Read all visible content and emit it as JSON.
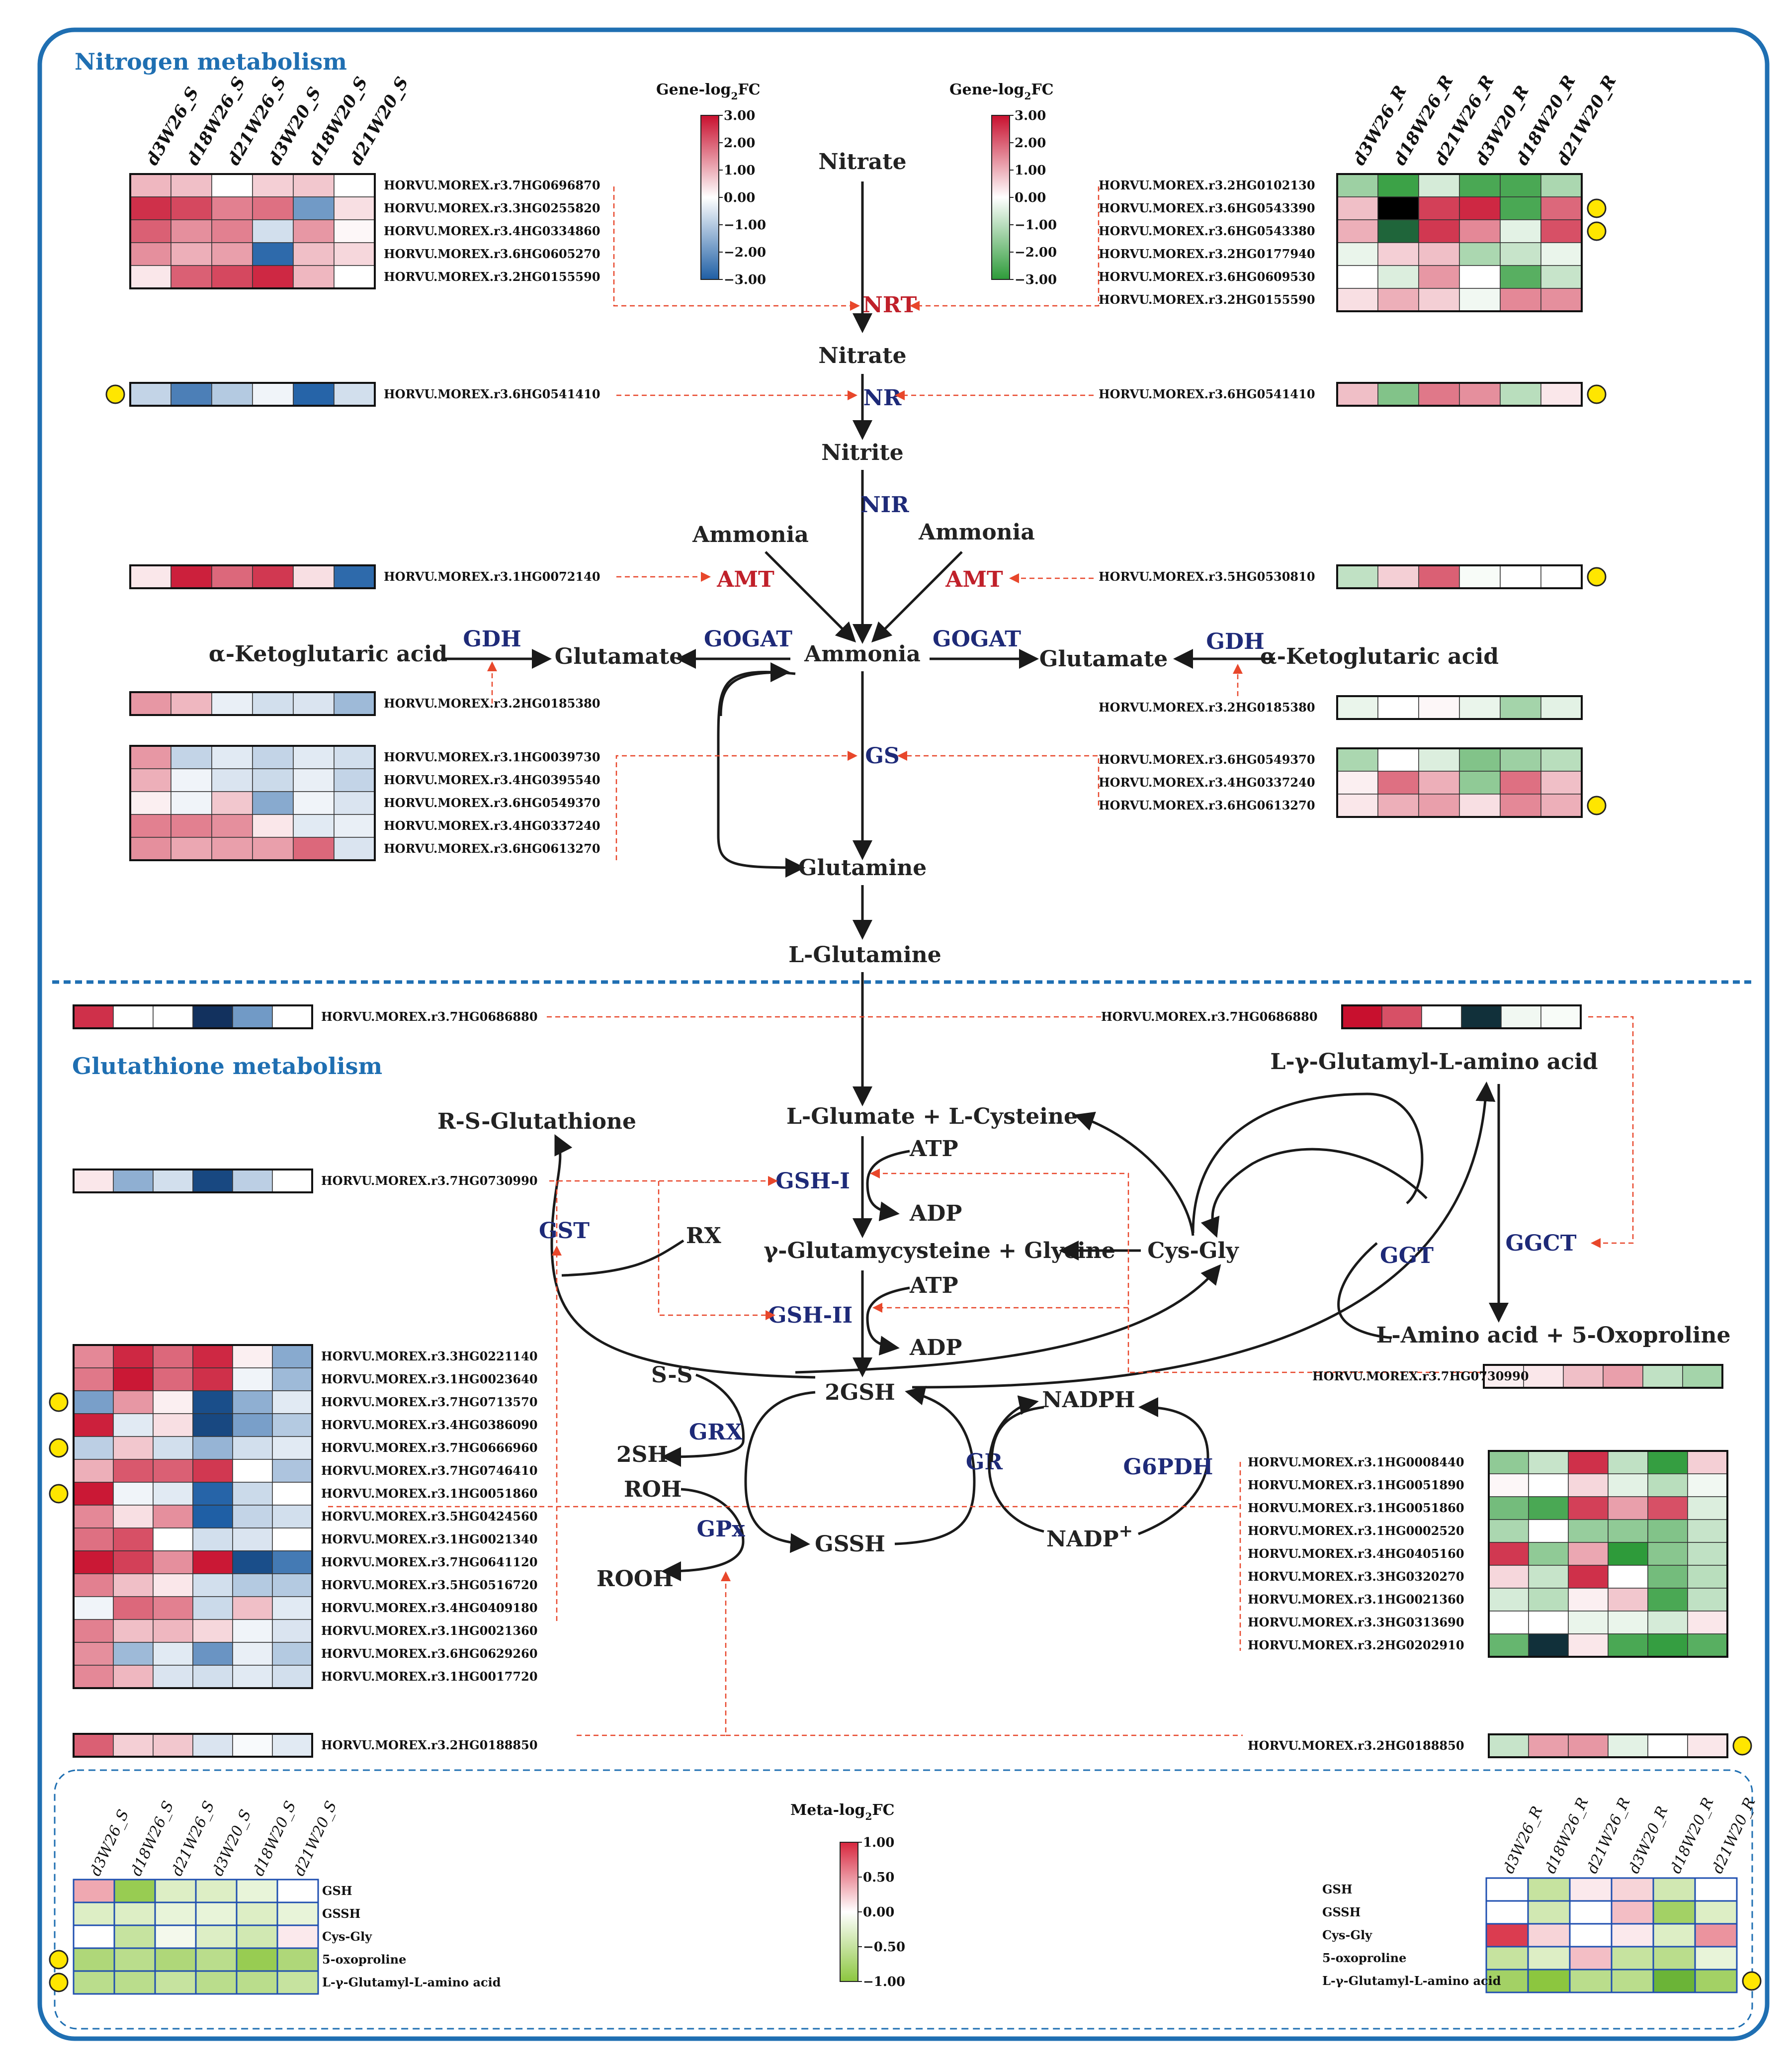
{
  "sections": {
    "nitrogen": "Nitrogen  metabolism",
    "glutathione": "Glutathione metabolism"
  },
  "legends": {
    "gene_s": {
      "title": "Gene-log",
      "sub": "2",
      "tail": "FC",
      "ticks": [
        "3.00",
        "2.00",
        "1.00",
        "0.00",
        "−1.00",
        "−2.00",
        "−3.00"
      ],
      "colors": [
        "#c8102e",
        "#ffffff",
        "#1f5fa5"
      ]
    },
    "gene_r": {
      "title": "Gene-log",
      "sub": "2",
      "tail": "FC",
      "ticks": [
        "3.00",
        "2.00",
        "1.00",
        "0.00",
        "−1.00",
        "−2.00",
        "−3.00"
      ],
      "colors": [
        "#c8102e",
        "#ffffff",
        "#2e9b3a"
      ]
    },
    "meta": {
      "title": "Meta-log",
      "sub": "2",
      "tail": "FC",
      "ticks": [
        "1.00",
        "0.50",
        "0.00",
        "−0.50",
        "−1.00"
      ],
      "colors": [
        "#d7263d",
        "#ffffff",
        "#8cc63f"
      ]
    }
  },
  "columns": {
    "s": [
      "d3W26_S",
      "d18W26_S",
      "d21W26_S",
      "d3W20_S",
      "d18W20_S",
      "d21W20_S"
    ],
    "r": [
      "d3W26_R",
      "d18W26_R",
      "d21W26_R",
      "d3W20_R",
      "d18W20_R",
      "d21W20_R"
    ]
  },
  "nodes": {
    "nitrate1": "Nitrate",
    "nitrate2": "Nitrate",
    "nitrite": "Nitrite",
    "ammonia_l": "Ammonia",
    "ammonia_r": "Ammonia",
    "ammonia_c": "Ammonia",
    "akg_l": "α-Ketoglutaric acid",
    "akg_r": "α-Ketoglutaric acid",
    "glutamate_l": "Glutamate",
    "glutamate_r": "Glutamate",
    "glutamine": "Glutamine",
    "lglutamine": "L-Glutamine",
    "lglu_cys": "L-Glumate + L-Cysteine",
    "rsglut": "R-S-Glutathione",
    "lgamma": "L-γ-Glutamyl-L-amino acid",
    "atp1": "ATP",
    "adp1": "ADP",
    "atp2": "ATP",
    "adp2": "ADP",
    "gammaglu": "γ-Glutamycysteine + Glycine",
    "cysgly": "Cys-Gly",
    "rx": "RX",
    "laa": "L-Amino acid + 5-Oxoproline",
    "ss": "S-S",
    "twosh": "2SH",
    "roh": "ROH",
    "rooh": "ROOH",
    "twogsh": "2GSH",
    "gssh": "GSSH",
    "nadph": "NADPH",
    "nadp": "NADP",
    "nadp_sup": "+"
  },
  "enzymes": {
    "nrt": "NRT",
    "nr": "NR",
    "nir": "NIR",
    "amt_l": "AMT",
    "amt_r": "AMT",
    "gdh_l": "GDH",
    "gdh_r": "GDH",
    "gogat_l": "GOGAT",
    "gogat_r": "GOGAT",
    "gs": "GS",
    "gsh1": "GSH-I",
    "gsh2": "GSH-II",
    "gst": "GST",
    "ggt": "GGT",
    "ggct": "GGCT",
    "grx": "GRX",
    "gr": "GR",
    "gpx": "GPx",
    "g6pdh": "G6PDH"
  },
  "gene_blocks": [
    {
      "id": "nrt_s",
      "side": "s",
      "ids": [
        "HORVU.MOREX.r3.7HG0696870",
        "HORVU.MOREX.r3.3HG0255820",
        "HORVU.MOREX.r3.4HG0334860",
        "HORVU.MOREX.r3.6HG0605270",
        "HORVU.MOREX.r3.2HG0155590"
      ],
      "values": [
        [
          0.9,
          0.8,
          0,
          0.6,
          0.7,
          0
        ],
        [
          2.6,
          2.3,
          1.6,
          1.8,
          -1.9,
          0.4
        ],
        [
          2.0,
          1.4,
          1.6,
          -0.6,
          1.3,
          0.1
        ],
        [
          1.4,
          1.0,
          1.2,
          -2.8,
          0.8,
          0.5
        ],
        [
          0.3,
          2.0,
          2.3,
          2.7,
          0.9,
          0
        ]
      ],
      "dots": [
        false,
        false,
        false,
        false,
        false
      ]
    },
    {
      "id": "nrt_r",
      "side": "r",
      "ids": [
        "HORVU.MOREX.r3.2HG0102130",
        "HORVU.MOREX.r3.6HG0543390",
        "HORVU.MOREX.r3.6HG0543380",
        "HORVU.MOREX.r3.2HG0177940",
        "HORVU.MOREX.r3.6HG0609530",
        "HORVU.MOREX.r3.2HG0155590"
      ],
      "values": [
        [
          -1.4,
          -2.8,
          -0.6,
          -2.6,
          -2.6,
          -1.2
        ],
        [
          0.8,
          -9,
          2.4,
          2.7,
          -2.6,
          1.9
        ],
        [
          1.0,
          -3.5,
          2.5,
          1.5,
          -0.4,
          2.2
        ],
        [
          -0.3,
          0.6,
          0.8,
          -1.2,
          -0.8,
          -0.3
        ],
        [
          0,
          -0.5,
          1.3,
          0,
          -2.4,
          -0.8
        ],
        [
          0.4,
          1.0,
          0.6,
          -0.2,
          1.5,
          1.4
        ]
      ],
      "dots": [
        false,
        true,
        true,
        false,
        false,
        false
      ]
    },
    {
      "id": "nr_s",
      "side": "s",
      "ids": [
        "HORVU.MOREX.r3.6HG0541410"
      ],
      "values": [
        [
          -0.8,
          -2.4,
          -1.0,
          -0.2,
          -2.9,
          -0.6
        ]
      ],
      "dots": [
        true
      ]
    },
    {
      "id": "nr_r",
      "side": "r",
      "ids": [
        "HORVU.MOREX.r3.6HG0541410"
      ],
      "values": [
        [
          0.8,
          -1.8,
          1.7,
          1.4,
          -1.0,
          0.3
        ]
      ],
      "dots": [
        true
      ]
    },
    {
      "id": "amt_s",
      "side": "s",
      "ids": [
        "HORVU.MOREX.r3.1HG0072140"
      ],
      "values": [
        [
          0.3,
          2.8,
          1.9,
          2.5,
          0.4,
          -2.8
        ]
      ],
      "dots": [
        false
      ]
    },
    {
      "id": "amt_r",
      "side": "r",
      "ids": [
        "HORVU.MOREX.r3.5HG0530810"
      ],
      "values": [
        [
          -0.9,
          0.6,
          2.0,
          -0.1,
          0,
          0
        ]
      ],
      "dots": [
        true
      ]
    },
    {
      "id": "gdh_s",
      "side": "s",
      "ids": [
        "HORVU.MOREX.r3.2HG0185380"
      ],
      "values": [
        [
          1.3,
          0.9,
          -0.3,
          -0.6,
          -0.5,
          -1.3
        ]
      ],
      "dots": [
        false
      ]
    },
    {
      "id": "gdh_r",
      "side": "r",
      "ids": [
        "HORVU.MOREX.r3.2HG0185380"
      ],
      "values": [
        [
          -0.3,
          0,
          0.1,
          -0.3,
          -1.3,
          -0.4
        ]
      ],
      "dots": [
        false
      ]
    },
    {
      "id": "gs_s",
      "side": "s",
      "ids": [
        "HORVU.MOREX.r3.1HG0039730",
        "HORVU.MOREX.r3.4HG0395540",
        "HORVU.MOREX.r3.6HG0549370",
        "HORVU.MOREX.r3.4HG0337240",
        "HORVU.MOREX.r3.6HG0613270"
      ],
      "values": [
        [
          1.3,
          -0.8,
          -0.4,
          -0.8,
          -0.4,
          -0.6
        ],
        [
          1.0,
          -0.2,
          -0.5,
          -0.7,
          -0.3,
          -0.8
        ],
        [
          0.2,
          -0.2,
          0.7,
          -1.6,
          -0.2,
          -0.5
        ],
        [
          1.6,
          1.6,
          1.4,
          0.3,
          -0.4,
          -0.3
        ],
        [
          1.4,
          1.1,
          1.2,
          1.2,
          1.9,
          -0.5
        ]
      ],
      "dots": [
        false,
        false,
        false,
        false,
        false
      ]
    },
    {
      "id": "gs_r",
      "side": "r",
      "ids": [
        "HORVU.MOREX.r3.6HG0549370",
        "HORVU.MOREX.r3.4HG0337240",
        "HORVU.MOREX.r3.6HG0613270"
      ],
      "values": [
        [
          -1.2,
          0,
          -0.5,
          -1.8,
          -1.4,
          -1.0
        ],
        [
          0.2,
          1.8,
          1.0,
          -1.6,
          1.8,
          0.8
        ],
        [
          0.3,
          1.0,
          1.2,
          0.4,
          1.5,
          1.0
        ]
      ],
      "dots": [
        false,
        false,
        true
      ]
    },
    {
      "id": "gshi_s",
      "side": "s",
      "ids": [
        "HORVU.MOREX.r3.7HG0686880"
      ],
      "values": [
        [
          2.6,
          0,
          0,
          -3.8,
          -1.9,
          0
        ]
      ],
      "dots": [
        false
      ]
    },
    {
      "id": "gshi_r",
      "side": "r",
      "ids": [
        "HORVU.MOREX.r3.7HG0686880"
      ],
      "values": [
        [
          3.3,
          2.2,
          0,
          -4.0,
          -0.2,
          -0.1
        ]
      ],
      "dots": [
        false
      ]
    },
    {
      "id": "gst1_s",
      "side": "s",
      "ids": [
        "HORVU.MOREX.r3.7HG0730990"
      ],
      "values": [
        [
          0.3,
          -1.5,
          -0.6,
          -3.4,
          -0.9,
          0
        ]
      ],
      "dots": [
        false
      ]
    },
    {
      "id": "ggt_r",
      "side": "r",
      "ids": [
        "HORVU.MOREX.r3.7HG0730990"
      ],
      "values": [
        [
          0.2,
          0.3,
          0.8,
          1.2,
          -0.9,
          -1.3
        ]
      ],
      "dots": [
        false
      ]
    },
    {
      "id": "gpx_s",
      "side": "s",
      "ids": [
        "HORVU.MOREX.r3.3HG0221140",
        "HORVU.MOREX.r3.1HG0023640",
        "HORVU.MOREX.r3.7HG0713570",
        "HORVU.MOREX.r3.4HG0386090",
        "HORVU.MOREX.r3.7HG0666960",
        "HORVU.MOREX.r3.7HG0746410",
        "HORVU.MOREX.r3.1HG0051860",
        "HORVU.MOREX.r3.5HG0424560",
        "HORVU.MOREX.r3.1HG0021340",
        "HORVU.MOREX.r3.7HG0641120",
        "HORVU.MOREX.r3.5HG0516720",
        "HORVU.MOREX.r3.4HG0409180",
        "HORVU.MOREX.r3.1HG0021360",
        "HORVU.MOREX.r3.6HG0629260",
        "HORVU.MOREX.r3.1HG0017720"
      ],
      "values": [
        [
          1.5,
          2.7,
          1.9,
          2.7,
          0.2,
          -1.6
        ],
        [
          1.7,
          2.9,
          1.9,
          2.6,
          -0.2,
          -1.3
        ],
        [
          -1.8,
          1.3,
          0.2,
          -3.3,
          -1.5,
          -0.4
        ],
        [
          2.8,
          -0.4,
          0.4,
          -3.4,
          -1.8,
          -1.0
        ],
        [
          -0.9,
          0.7,
          -0.6,
          -1.4,
          -0.6,
          -0.4
        ],
        [
          1.0,
          2.1,
          2.0,
          2.5,
          0,
          -1.1
        ],
        [
          2.9,
          -0.2,
          -0.4,
          -2.9,
          -0.7,
          0
        ],
        [
          1.5,
          0.4,
          1.4,
          -3.0,
          -0.8,
          -0.6
        ],
        [
          1.8,
          2.2,
          0,
          -0.6,
          -0.5,
          0
        ],
        [
          2.9,
          2.4,
          1.4,
          2.9,
          -3.3,
          -2.5
        ],
        [
          1.6,
          0.8,
          0.3,
          -0.6,
          -1.0,
          -1.0
        ],
        [
          -0.2,
          1.9,
          1.6,
          -0.7,
          0.8,
          -0.4
        ],
        [
          1.6,
          0.8,
          0.9,
          0.5,
          -0.2,
          -0.5
        ],
        [
          1.4,
          -1.3,
          -0.4,
          -2.0,
          -0.3,
          -1.0
        ],
        [
          1.5,
          0.9,
          -0.5,
          -0.6,
          -0.4,
          -0.6
        ]
      ],
      "dots": [
        false,
        false,
        true,
        false,
        true,
        false,
        true,
        false,
        false,
        false,
        false,
        false,
        false,
        false,
        false
      ]
    },
    {
      "id": "gr_r",
      "side": "r",
      "ids": [
        "HORVU.MOREX.r3.1HG0008440",
        "HORVU.MOREX.r3.1HG0051890",
        "HORVU.MOREX.r3.1HG0051860",
        "HORVU.MOREX.r3.1HG0002520",
        "HORVU.MOREX.r3.4HG0405160",
        "HORVU.MOREX.r3.3HG0320270",
        "HORVU.MOREX.r3.1HG0021360",
        "HORVU.MOREX.r3.3HG0313690",
        "HORVU.MOREX.r3.2HG0202910"
      ],
      "values": [
        [
          -1.6,
          -0.8,
          2.6,
          -0.9,
          -2.9,
          0.6
        ],
        [
          0.1,
          0,
          0.5,
          -0.4,
          -1.0,
          -0.2
        ],
        [
          -2.0,
          -2.6,
          2.4,
          1.2,
          2.2,
          -0.5
        ],
        [
          -1.2,
          0,
          -1.5,
          -1.6,
          -1.8,
          -0.8
        ],
        [
          2.5,
          -1.6,
          1.1,
          -3.0,
          -1.7,
          -0.9
        ],
        [
          0.5,
          -0.8,
          2.6,
          0,
          -2.0,
          -1.0
        ],
        [
          -0.6,
          -1.0,
          0.2,
          0.7,
          -2.6,
          -0.9
        ],
        [
          0,
          0,
          -0.3,
          -0.3,
          -0.6,
          0.3
        ],
        [
          -2.2,
          -4.0,
          0.3,
          -2.6,
          -2.9,
          -2.4
        ]
      ],
      "dots": [
        false,
        false,
        false,
        false,
        false,
        false,
        false,
        false,
        false
      ]
    },
    {
      "id": "gpx2_s",
      "side": "s",
      "ids": [
        "HORVU.MOREX.r3.2HG0188850"
      ],
      "values": [
        [
          2.0,
          0.6,
          0.7,
          -0.5,
          -0.1,
          -0.4
        ]
      ],
      "dots": [
        false
      ]
    },
    {
      "id": "gpx2_r",
      "side": "r",
      "ids": [
        "HORVU.MOREX.r3.2HG0188850"
      ],
      "values": [
        [
          -0.8,
          1.2,
          1.3,
          -0.4,
          0,
          0.3
        ]
      ],
      "dots": [
        true
      ]
    }
  ],
  "metabolites": {
    "names": [
      "GSH",
      "GSSH",
      "Cys-Gly",
      "5-oxoproline",
      "L-γ-Glutamyl-L-amino acid"
    ],
    "s": {
      "values": [
        [
          0.4,
          -0.9,
          -0.3,
          -0.3,
          -0.2,
          0
        ],
        [
          -0.3,
          -0.3,
          -0.2,
          -0.2,
          -0.3,
          -0.2
        ],
        [
          0,
          -0.5,
          -0.1,
          -0.3,
          -0.4,
          0.1
        ],
        [
          -0.7,
          -0.6,
          -0.7,
          -0.6,
          -0.9,
          -0.7
        ],
        [
          -0.6,
          -0.6,
          -0.5,
          -0.6,
          -0.6,
          -0.5
        ]
      ],
      "dots": [
        false,
        false,
        false,
        true,
        true
      ]
    },
    "r": {
      "values": [
        [
          0,
          -0.5,
          0.1,
          0.2,
          -0.4,
          0
        ],
        [
          0,
          -0.4,
          0,
          0.3,
          -0.8,
          -0.3
        ],
        [
          0.9,
          0.2,
          0,
          0.1,
          -0.3,
          0.5
        ],
        [
          -0.5,
          -0.3,
          0.3,
          -0.5,
          -0.6,
          -0.2
        ],
        [
          -0.8,
          -1.0,
          -0.6,
          -0.6,
          -1.1,
          -0.8
        ]
      ],
      "dots": [
        false,
        false,
        false,
        false,
        true
      ]
    }
  }
}
